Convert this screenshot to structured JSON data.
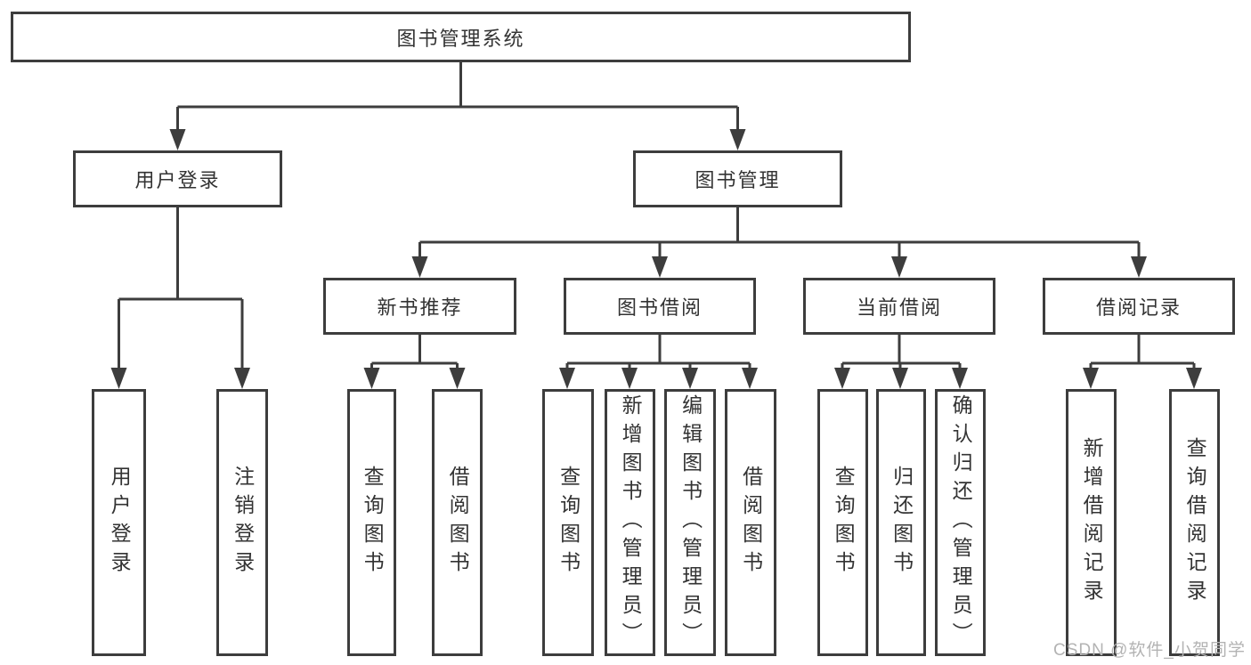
{
  "title": "图书管理系统",
  "nodes": {
    "root": "图书管理系统",
    "user_login": "用户登录",
    "book_mgmt": "图书管理",
    "new_book": "新书推荐",
    "book_borrow": "图书借阅",
    "current_borrow": "当前借阅",
    "borrow_records": "借阅记录",
    "ul_login": "用户登录",
    "ul_logout": "注销登录",
    "nb_query": "查询图书",
    "nb_borrow": "借阅图书",
    "bb_query": "查询图书",
    "bb_add": "新增图书（管理员）",
    "bb_edit": "编辑图书（管理员）",
    "bb_borrow": "借阅图书",
    "cb_query": "查询图书",
    "cb_return": "归还图书",
    "cb_confirm": "确认归还（管理员）",
    "br_add": "新增借阅记录",
    "br_query": "查询借阅记录"
  },
  "hierarchy": {
    "图书管理系统": {
      "用户登录": [
        "用户登录",
        "注销登录"
      ],
      "图书管理": {
        "新书推荐": [
          "查询图书",
          "借阅图书"
        ],
        "图书借阅": [
          "查询图书",
          "新增图书（管理员）",
          "编辑图书（管理员）",
          "借阅图书"
        ],
        "当前借阅": [
          "查询图书",
          "归还图书",
          "确认归还（管理员）"
        ],
        "借阅记录": [
          "新增借阅记录",
          "查询借阅记录"
        ]
      }
    }
  },
  "watermark": "CSDN @软件_小贺同学",
  "colors": {
    "line": "#3d3d3d",
    "text": "#333333",
    "watermark": "#b3b3b3",
    "background": "#ffffff"
  }
}
